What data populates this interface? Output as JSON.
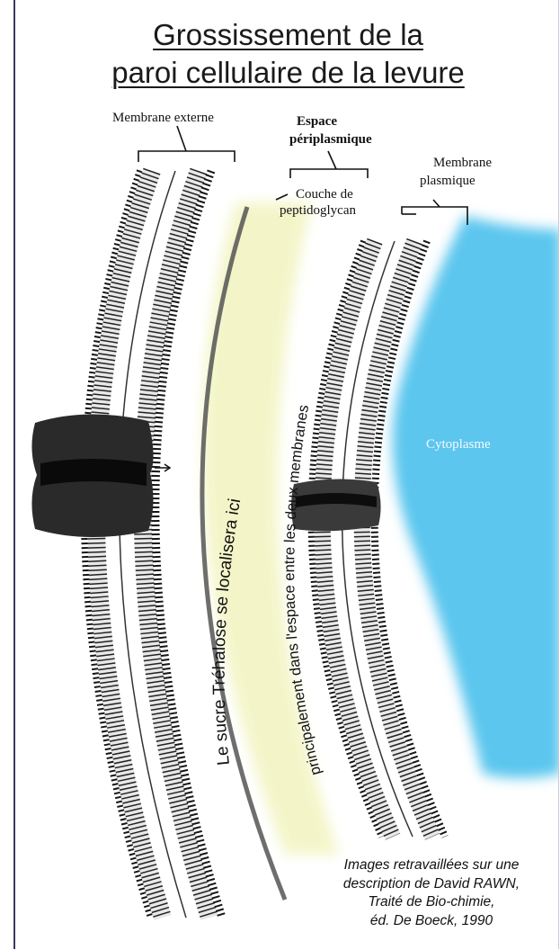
{
  "title": {
    "line1": "Grossissement de la",
    "line2": "paroi cellulaire de la levure"
  },
  "labels": {
    "outer_membrane": "Membrane externe",
    "periplasmic_line1": "Espace",
    "periplasmic_line2": "périplasmique",
    "peptidoglycan_line1": "Couche de",
    "peptidoglycan_line2": "peptidoglycan",
    "plasma_line1": "Membrane",
    "plasma_line2": "plasmique",
    "cytoplasm": "Cytoplasme"
  },
  "annotation": {
    "line1": "Le sucre Tréhalose se localisera ici",
    "line2": "principalement dans l'espace entre les deux membranes"
  },
  "credit": {
    "line1": "Images retravaillées sur une",
    "line2": "description de David RAWN,",
    "line3": "Traité de Bio-chimie,",
    "line4": "éd. De Boeck, 1990"
  },
  "colors": {
    "cytoplasm": "#5cc6ee",
    "periplasmic_space": "#f3f5c6",
    "membrane_ink": "#151515",
    "protein": "#2a2a2a"
  }
}
